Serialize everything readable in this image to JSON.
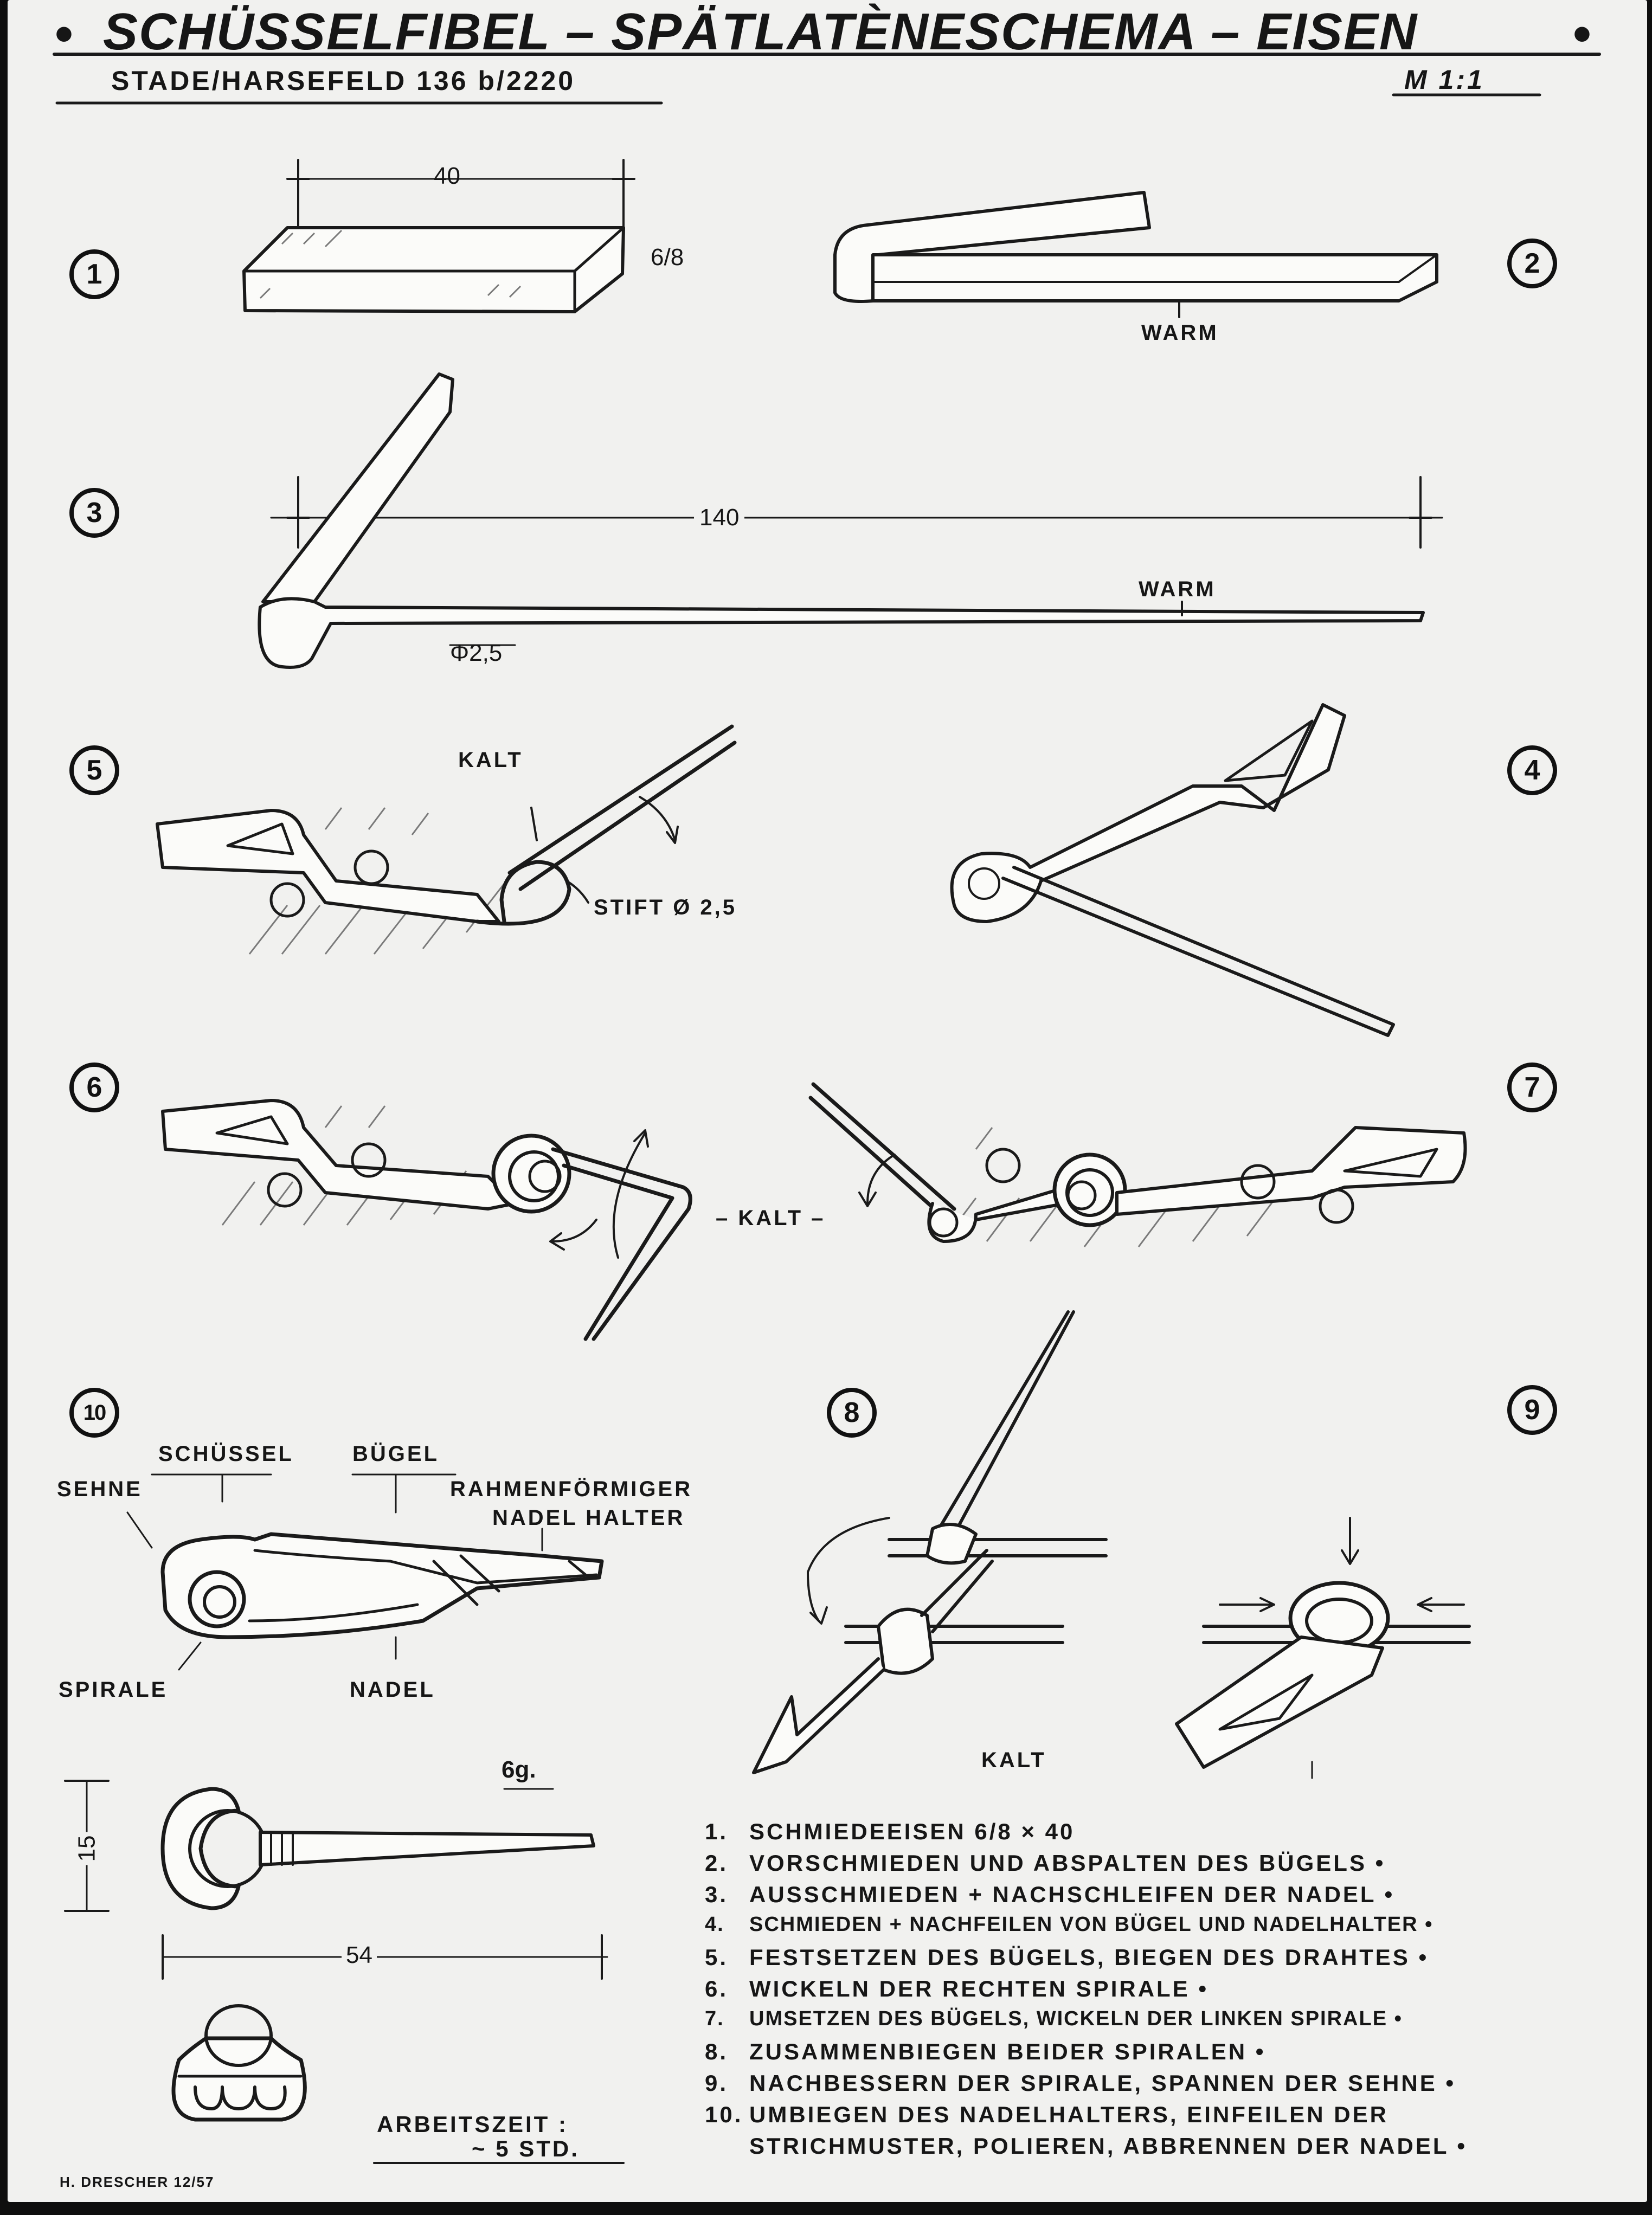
{
  "header": {
    "title": "SCHÜSSELFIBEL – SPÄTLATÈNESCHEMA – EISEN",
    "bullet": "•",
    "subtitle": "STADE/HARSEFELD 136 b/2220",
    "scale": "M 1:1"
  },
  "figures": {
    "n1": "1",
    "n2": "2",
    "n3": "3",
    "n4": "4",
    "n5": "5",
    "n6": "6",
    "n7": "7",
    "n8": "8",
    "n9": "9",
    "n10": "10"
  },
  "labels": {
    "dim40": "40",
    "section": "6/8",
    "warm2": "WARM",
    "dim140": "140",
    "warm3": "WARM",
    "diameter": "Φ2,5",
    "kalt5": "KALT",
    "stift": "STIFT Ø 2,5",
    "kalt67": "– KALT –",
    "kalt8": "KALT",
    "schuessel": "SCHÜSSEL",
    "buegel": "BÜGEL",
    "sehne": "SEHNE",
    "rahmen1": "RAHMENFÖRMIGER",
    "rahmen2": "NADEL HALTER",
    "spirale": "SPIRALE",
    "nadel": "NADEL",
    "weight": "6g.",
    "dim15": "15",
    "dim54": "54",
    "arbeitszeit": "ARBEITSZEIT :",
    "std": "~ 5 STD.",
    "signature": "H. DRESCHER 12/57"
  },
  "steps": [
    {
      "n": "1.",
      "text": "SCHMIEDEEISEN  6/8 × 40"
    },
    {
      "n": "2.",
      "text": "VORSCHMIEDEN UND ABSPALTEN DES BÜGELS •"
    },
    {
      "n": "3.",
      "text": "AUSSCHMIEDEN + NACHSCHLEIFEN DER NADEL •"
    },
    {
      "n": "4.",
      "text": "SCHMIEDEN + NACHFEILEN VON BÜGEL UND NADELHALTER •"
    },
    {
      "n": "5.",
      "text": "FESTSETZEN DES BÜGELS, BIEGEN DES DRAHTES •"
    },
    {
      "n": "6.",
      "text": "WICKELN DER RECHTEN SPIRALE •"
    },
    {
      "n": "7.",
      "text": "UMSETZEN DES BÜGELS, WICKELN DER LINKEN SPIRALE •"
    },
    {
      "n": "8.",
      "text": "ZUSAMMENBIEGEN BEIDER SPIRALEN •"
    },
    {
      "n": "9.",
      "text": "NACHBESSERN DER SPIRALE, SPANNEN DER SEHNE •"
    },
    {
      "n": "10.",
      "text": "UMBIEGEN DES NADELHALTERS, EINFEILEN DER"
    },
    {
      "n": "",
      "text": "STRICHMUSTER, POLIEREN, ABBRENNEN DER NADEL •"
    }
  ]
}
